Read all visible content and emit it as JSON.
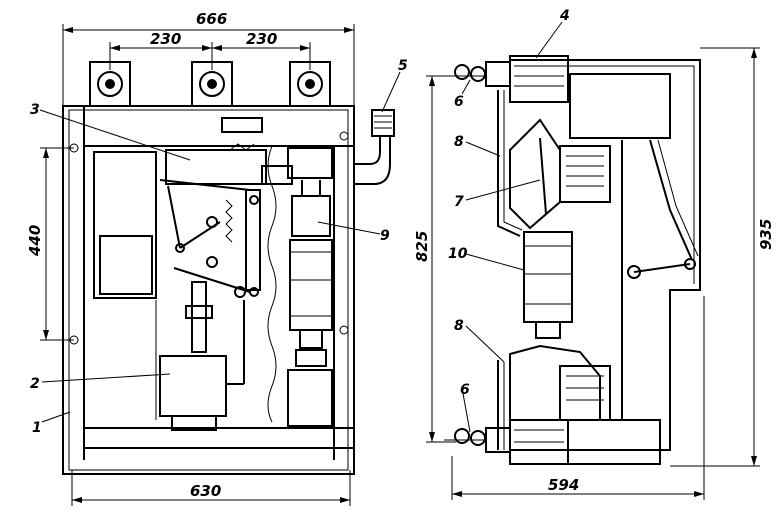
{
  "dimensions": {
    "front_total_width": "666",
    "pole_spacing_left": "230",
    "pole_spacing_right": "230",
    "front_mechanism_height": "440",
    "front_base_width": "630",
    "side_height_inner": "825",
    "side_height_total": "935",
    "side_base_width": "594"
  },
  "callouts": {
    "c1": "1",
    "c2": "2",
    "c3": "3",
    "c4": "4",
    "c5": "5",
    "c6_top": "6",
    "c6_bottom": "6",
    "c7": "7",
    "c8_top": "8",
    "c8_bottom": "8",
    "c9": "9",
    "c10": "10"
  }
}
